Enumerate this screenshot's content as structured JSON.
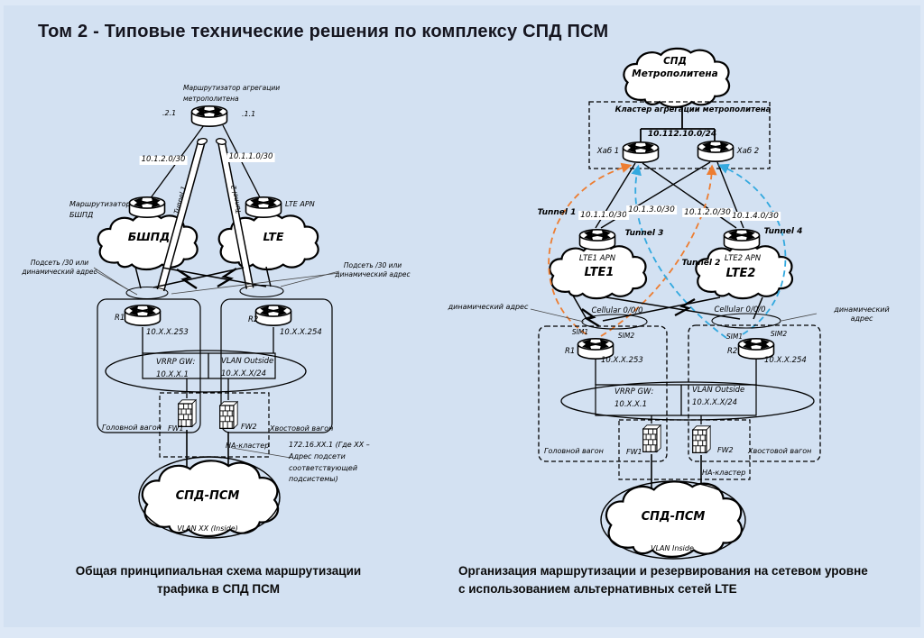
{
  "page": {
    "title": "Том 2 - Типовые технические решения по комплексу СПД ПСМ"
  },
  "colors": {
    "background": "#D3E1F2",
    "tunnel_orange": "#ED7D31",
    "tunnel_blue": "#33A9DF",
    "ink": "#000000"
  },
  "left_diagram": {
    "caption": "Общая принципиальная схема маршрутизации\nтрафика в СПД ПСМ",
    "agg_router_label": "Маршрутизатор агрегации\nметрополитена",
    "agg_if_left": ".2.1",
    "agg_if_right": ".1.1",
    "subnet_left": "10.1.2.0/30",
    "subnet_right": "10.1.1.0/30",
    "tunnel1": "Tunnel 1",
    "tunnel2": "Tunnel 2",
    "bshpd_router_label": "Маршрутизатор\nБШПД",
    "lte_apn_label": "LTE APN",
    "cloud_bshpd": "БШПД",
    "cloud_lte": "LTE",
    "subnet_note_left": "Подсеть /30 или\nдинамический адрес",
    "subnet_note_right": "Подсеть /30 или\nдинамический адрес",
    "r1": "R1",
    "r1_ip": "10.X.X.253",
    "r2": "R2",
    "r2_ip": "10.X.X.254",
    "vrrp_gw": "VRRP GW:\n10.X.X.1",
    "vlan_outside": "VLAN Outside\n10.X.X.X/24",
    "head_car": "Головной вагон",
    "tail_car": "Хвостовой вагон",
    "fw1": "FW1",
    "fw2": "FW2",
    "ha_cluster": "HA-кластер",
    "addr_note": "172.16.XX.1 (Где XX –\nАдрес подсети\nсоответствующей\nподсистемы)",
    "cloud_spd": "СПД-ПСМ",
    "vlan_inside": "VLAN XX (Inside)"
  },
  "right_diagram": {
    "caption": "Организация маршрутизации и резервирования на сетевом уровне\nс использованием альтернативных сетей LTE",
    "cloud_metro": "СПД\nМетрополитена",
    "cluster_label": "Кластер агрегации метрополитена",
    "hub_subnet": "10.112.10.0/24",
    "hub1": "Хаб 1",
    "hub2": "Хаб 2",
    "tunnel1": "Tunnel 1",
    "tunnel2": "Tunnel 2",
    "tunnel3": "Tunnel 3",
    "tunnel4": "Tunnel 4",
    "subnet1": "10.1.1.0/30",
    "subnet2": "10.1.2.0/30",
    "subnet3": "10.1.3.0/30",
    "subnet4": "10.1.4.0/30",
    "lte1_apn": "LTE1 APN",
    "lte2_apn": "LTE2 APN",
    "cloud_lte1": "LTE1",
    "cloud_lte2": "LTE2",
    "dyn_addr_left": "динамический адрес",
    "dyn_addr_right": "динамический адрес",
    "cellular_left": "Cellular 0/0/0",
    "cellular_right": "Cellular 0/0/0",
    "r1_sim1": "SIM1",
    "r1_sim2": "SIM2",
    "r2_sim1": "SIM1",
    "r2_sim2": "SIM2",
    "r1": "R1",
    "r1_ip": "10.X.X.253",
    "r2": "R2",
    "r2_ip": "10.X.X.254",
    "vrrp_gw": "VRRP GW:\n10.X.X.1",
    "vlan_outside": "VLAN Outside\n10.X.X.X/24",
    "head_car": "Головной вагон",
    "tail_car": "Хвостовой вагон",
    "fw1": "FW1",
    "fw2": "FW2",
    "ha_cluster": "HA-кластер",
    "cloud_spd": "СПД-ПСМ",
    "vlan_inside": "VLAN Inside"
  }
}
